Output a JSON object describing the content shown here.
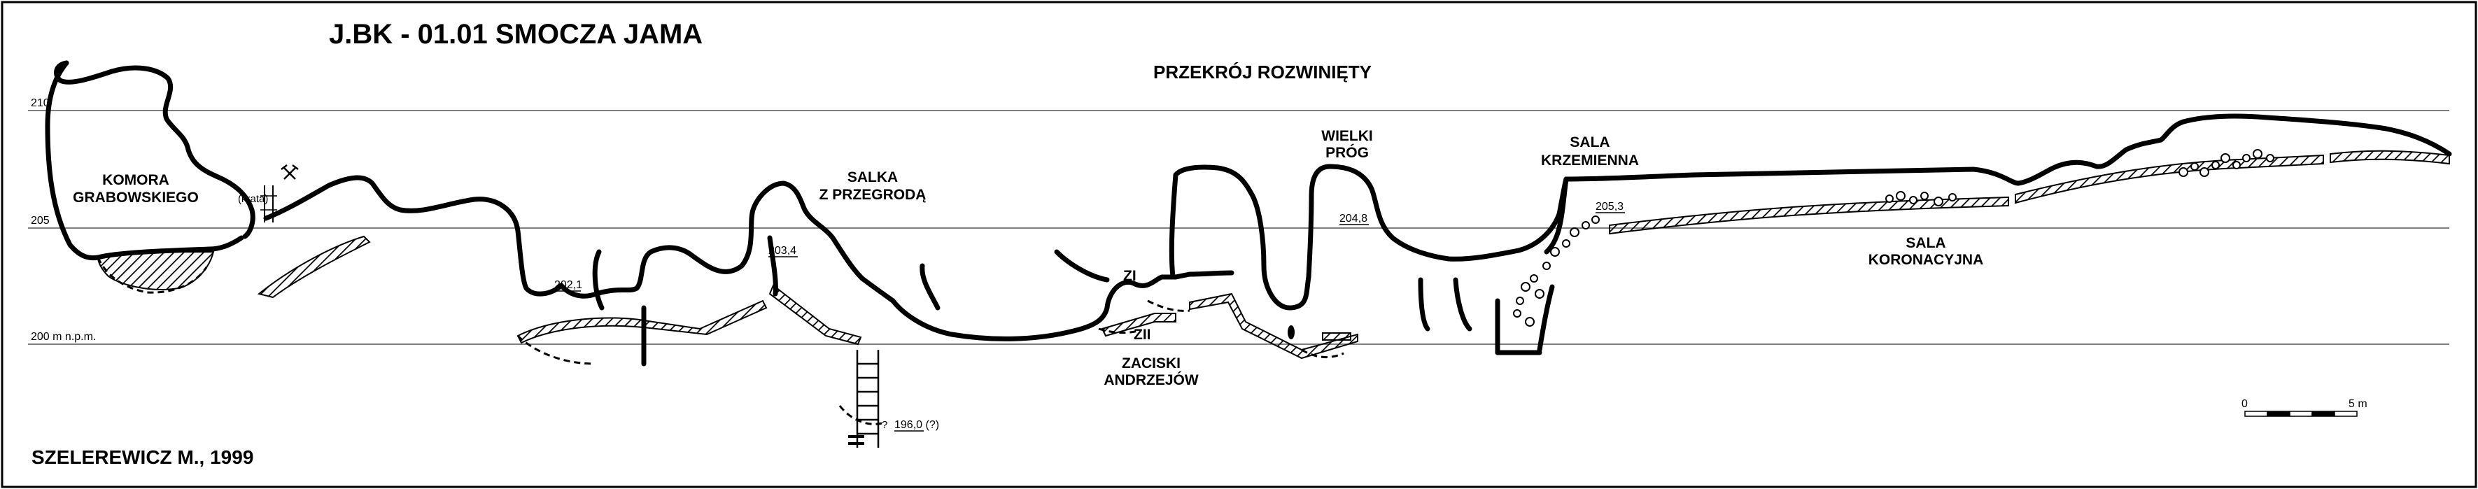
{
  "title": "J.BK - 01.01 SMOCZA JAMA",
  "subtitle": "PRZEKRÓJ  ROZWINIĘTY",
  "author": "SZELEREWICZ M., 1999",
  "elevation_lines": [
    "210",
    "205",
    "200 m n.p.m."
  ],
  "chambers": {
    "komora": [
      "KOMORA",
      "GRABOWSKIEGO"
    ],
    "krata": "(krata)",
    "salka": [
      "SALKA",
      "Z PRZEGRODĄ"
    ],
    "wielki_prog": [
      "WIELKI",
      "PRÓG"
    ],
    "sala_krzemienna": [
      "SALA",
      "KRZEMIENNA"
    ],
    "sala_koronacyjna": [
      "SALA",
      "KORONACYJNA"
    ],
    "zaciski": [
      "ZACISKI",
      "ANDRZEJÓW"
    ],
    "zi": "ZI",
    "zii": "ZII"
  },
  "spot_heights": {
    "h2034": "203,4",
    "h2021": "202,1",
    "h2048": "204,8",
    "h2053": "205,3",
    "h1960": "196,0 (?)",
    "question": "?"
  },
  "scale_bar": {
    "start": "0",
    "end": "5 m"
  }
}
